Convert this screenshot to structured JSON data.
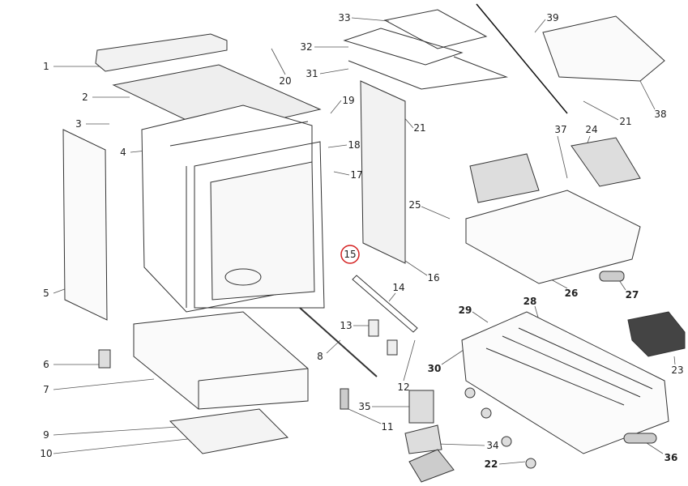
{
  "diagram_title": "",
  "highlight_color": "#d42020",
  "callouts": [
    {
      "label": "1"
    },
    {
      "label": "2"
    },
    {
      "label": "3"
    },
    {
      "label": "4"
    },
    {
      "label": "5"
    },
    {
      "label": "6"
    },
    {
      "label": "7"
    },
    {
      "label": "8"
    },
    {
      "label": "9"
    },
    {
      "label": "10"
    },
    {
      "label": "11"
    },
    {
      "label": "12"
    },
    {
      "label": "13"
    },
    {
      "label": "14"
    },
    {
      "label": "15"
    },
    {
      "label": "16"
    },
    {
      "label": "17"
    },
    {
      "label": "18"
    },
    {
      "label": "19"
    },
    {
      "label": "20"
    },
    {
      "label": "21"
    },
    {
      "label": "25"
    },
    {
      "label": "33"
    },
    {
      "label": "32"
    },
    {
      "label": "31"
    },
    {
      "label": "37"
    },
    {
      "label": "24"
    },
    {
      "label": "39"
    },
    {
      "label": "38"
    },
    {
      "label": "21"
    },
    {
      "label": "26"
    },
    {
      "label": "27"
    },
    {
      "label": "28"
    },
    {
      "label": "29"
    },
    {
      "label": "30"
    },
    {
      "label": "35"
    },
    {
      "label": "34"
    },
    {
      "label": "22"
    },
    {
      "label": "36"
    },
    {
      "label": "23"
    }
  ],
  "highlighted_part": "15"
}
